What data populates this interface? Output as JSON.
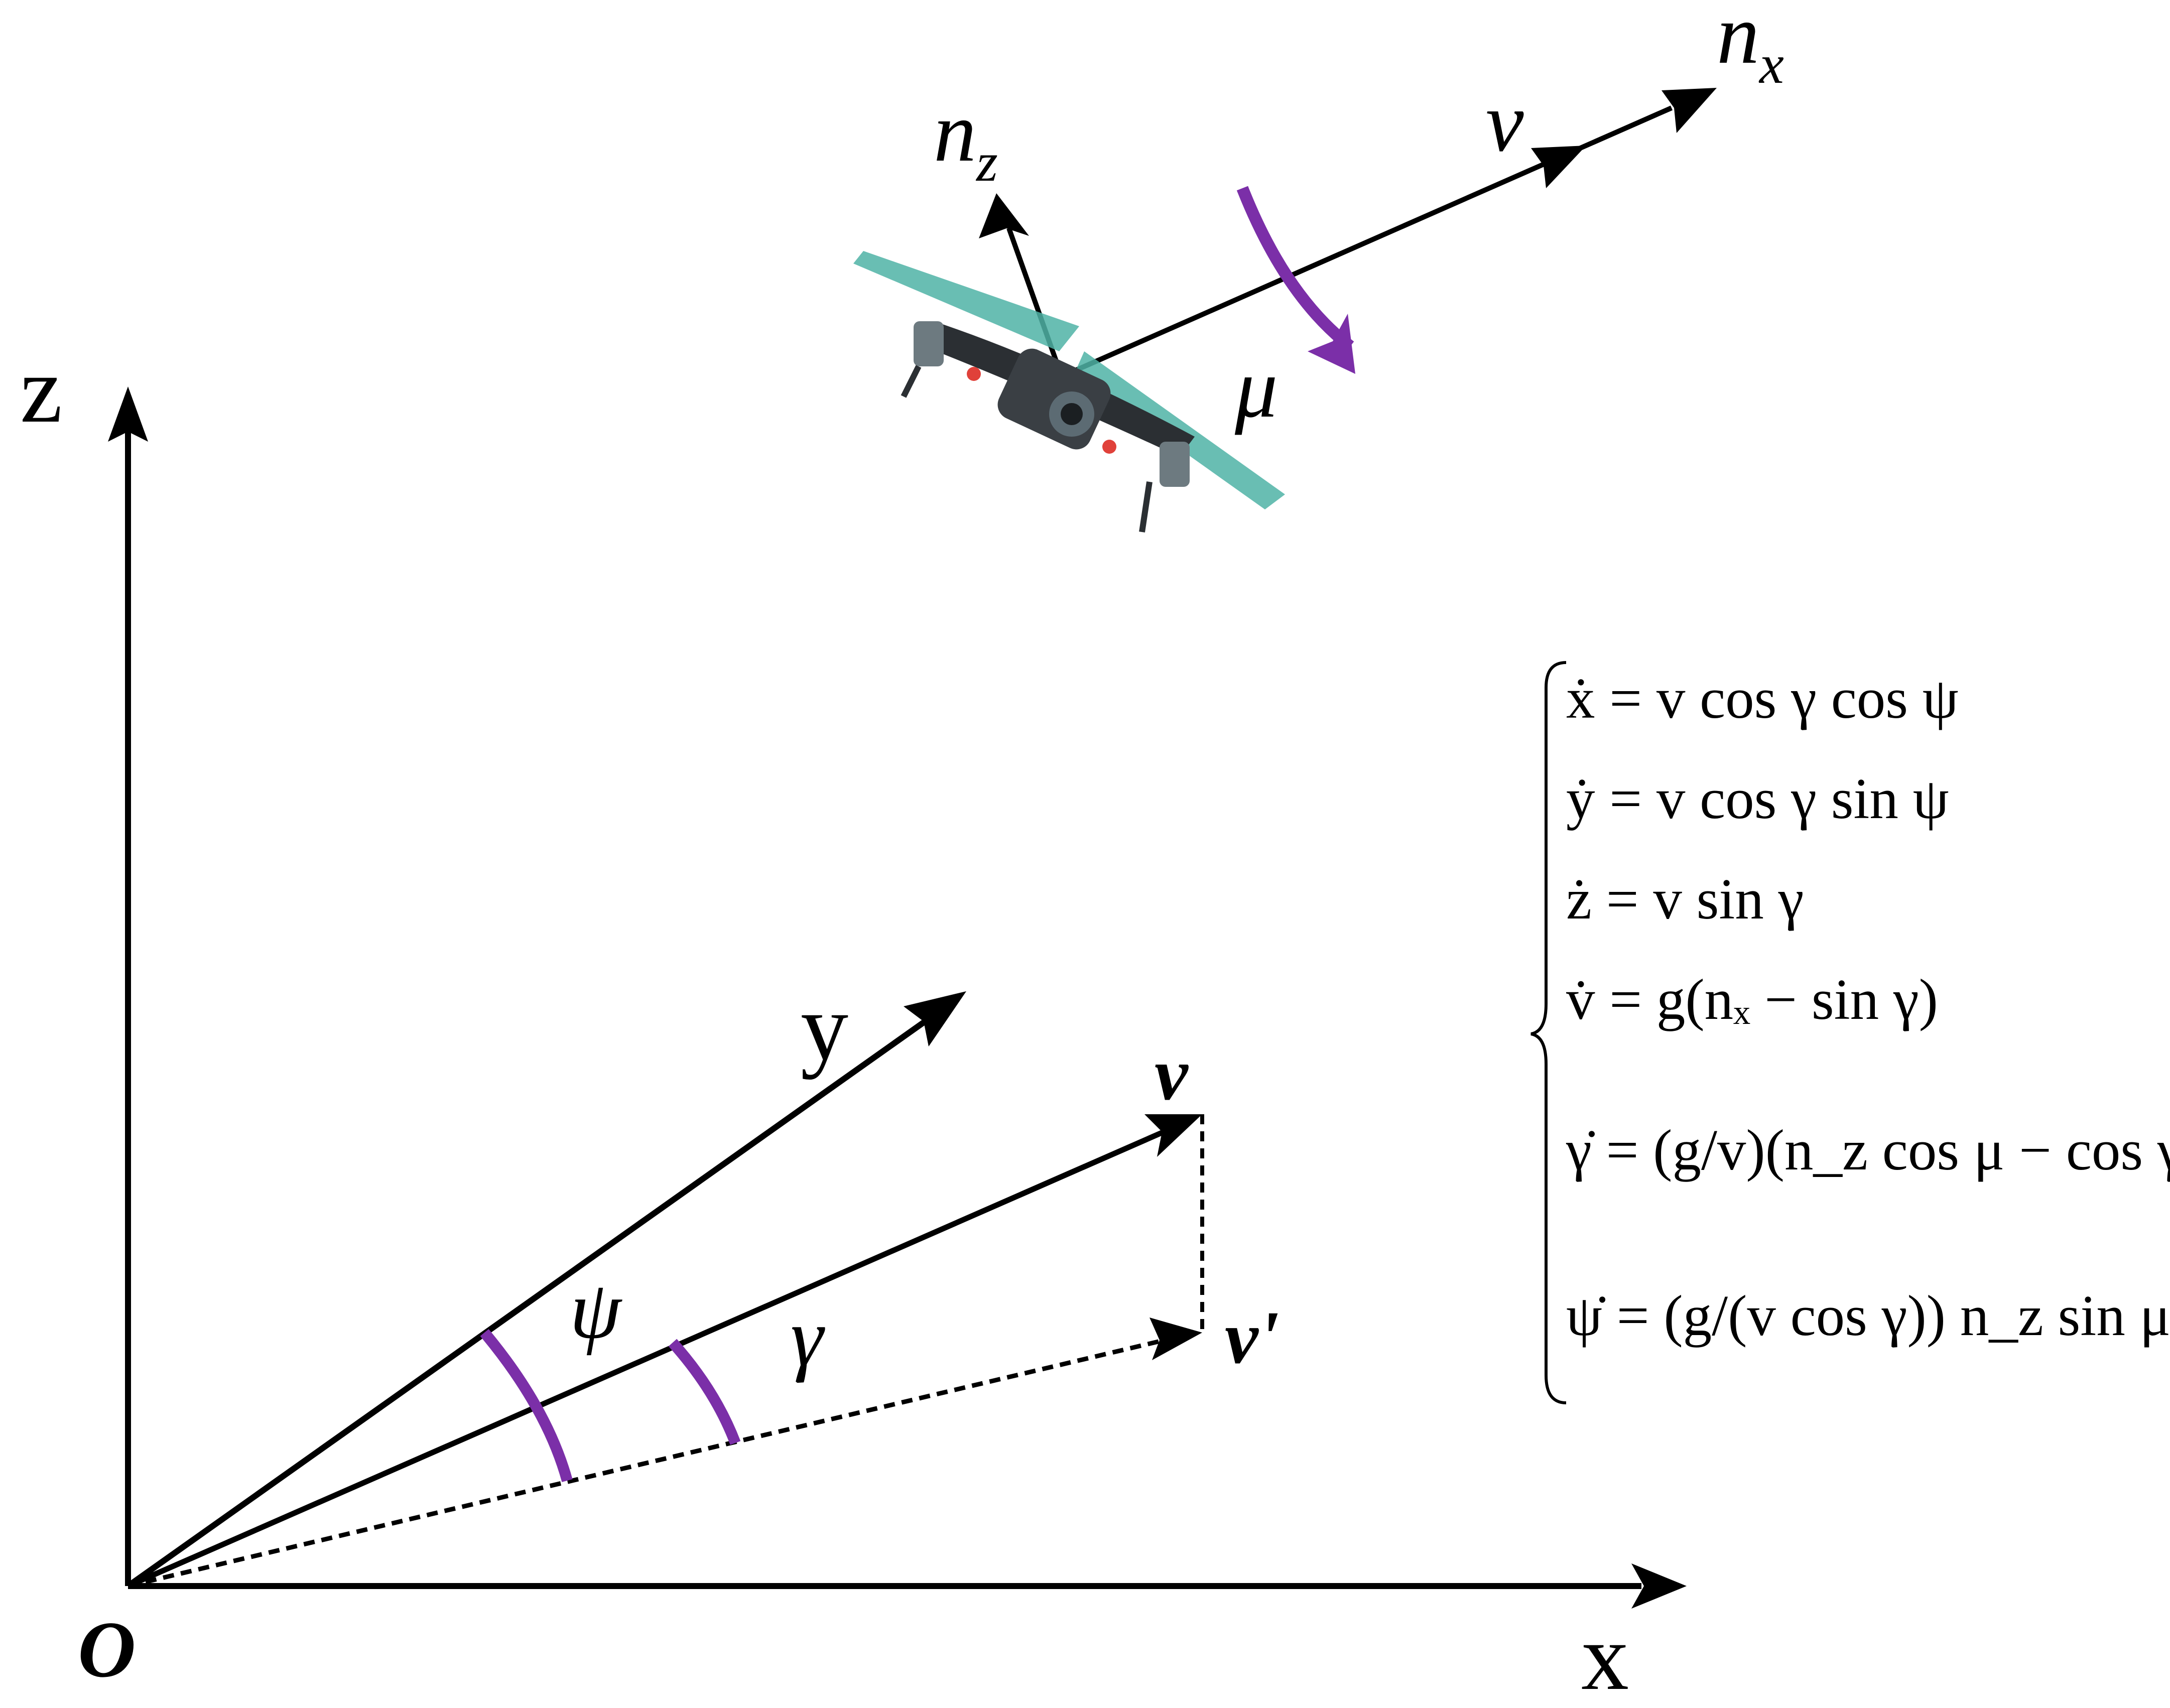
{
  "axes": {
    "x_label": "x",
    "y_label": "y",
    "z_label": "z",
    "origin_label": "O"
  },
  "vectors": {
    "v_label": "v",
    "v_prime_label": "v'"
  },
  "angles": {
    "psi": "ψ",
    "gamma": "γ",
    "mu": "μ"
  },
  "drone_frame": {
    "nx_base": "n",
    "nx_sub": "x",
    "nz_base": "n",
    "nz_sub": "z",
    "v_label": "v"
  },
  "equations": [
    "ẋ = v cos γ cos ψ",
    "ẏ = v cos γ sin ψ",
    "ż = v sin γ",
    "v̇ = g(nₓ − sin γ)",
    "γ̇ = (g/v)(n_z cos μ − cos γ)",
    "ψ̇ = (g/(v cos γ)) n_z sin μ"
  ],
  "colors": {
    "ink": "#000000",
    "arc": "#7b2fa8",
    "drone_body": "#2b2f33",
    "drone_prop": "#4fb3a6"
  }
}
